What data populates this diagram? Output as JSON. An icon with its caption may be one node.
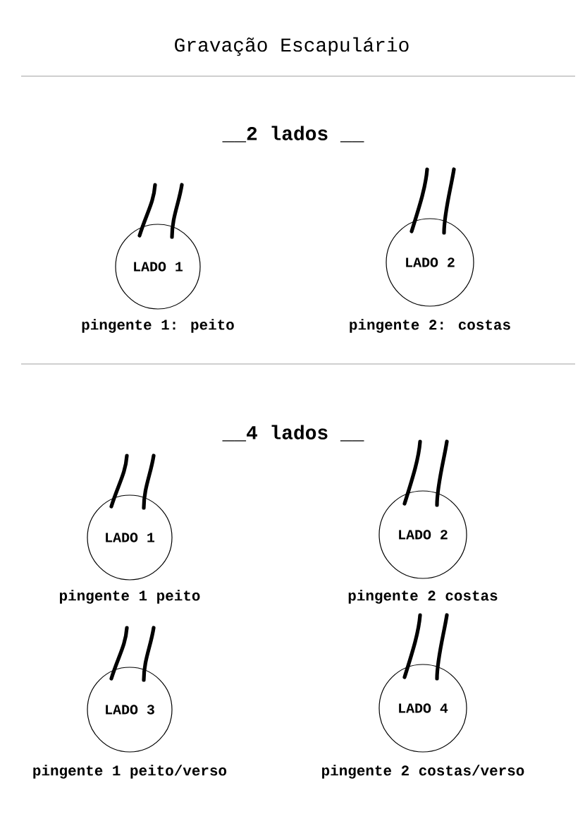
{
  "diagram": {
    "title": "Gravação Escapulário",
    "nodes": [
      {
        "text": [
          "LADO 1"
        ],
        "beside": [
          "pingente 1: peito"
        ]
      },
      {
        "text": [
          "LADO 2"
        ],
        "beside": [
          "pingente 2: costas"
        ]
      },
      {
        "text": [
          "LADO 1"
        ],
        "beside": [
          "pingente 1 peito"
        ]
      },
      {
        "text": [
          "LADO 2"
        ],
        "beside": [
          "pingente 2 costas"
        ]
      },
      {
        "text": [
          "LADO 3"
        ],
        "beside": [
          "pingente 1 peito/verso"
        ]
      },
      {
        "text": [
          "LADO 4"
        ],
        "beside": [
          "pingente 2 costas/verso"
        ]
      }
    ],
    "labels": [
      "__2 lados __",
      "__4 lados __"
    ]
  }
}
